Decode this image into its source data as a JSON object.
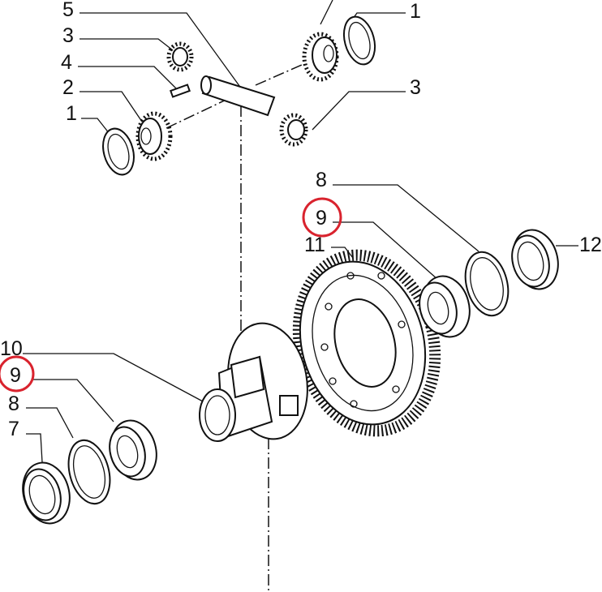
{
  "diagram": {
    "title": "Differential assembly exploded view",
    "highlight_color": "#d9232e",
    "callouts": [
      {
        "id": "c5",
        "text": "5",
        "highlighted": false
      },
      {
        "id": "c3a",
        "text": "3",
        "highlighted": false
      },
      {
        "id": "c4",
        "text": "4",
        "highlighted": false
      },
      {
        "id": "c2",
        "text": "2",
        "highlighted": false
      },
      {
        "id": "c1a",
        "text": "1",
        "highlighted": false
      },
      {
        "id": "c1b",
        "text": "1",
        "highlighted": false
      },
      {
        "id": "c3b",
        "text": "3",
        "highlighted": false
      },
      {
        "id": "c8a",
        "text": "8",
        "highlighted": false
      },
      {
        "id": "c9a",
        "text": "9",
        "highlighted": true
      },
      {
        "id": "c11",
        "text": "11",
        "highlighted": false
      },
      {
        "id": "c12",
        "text": "12",
        "highlighted": false
      },
      {
        "id": "c10",
        "text": "10",
        "highlighted": false
      },
      {
        "id": "c9b",
        "text": "9",
        "highlighted": true
      },
      {
        "id": "c8b",
        "text": "8",
        "highlighted": false
      },
      {
        "id": "c7",
        "text": "7",
        "highlighted": false
      }
    ]
  }
}
